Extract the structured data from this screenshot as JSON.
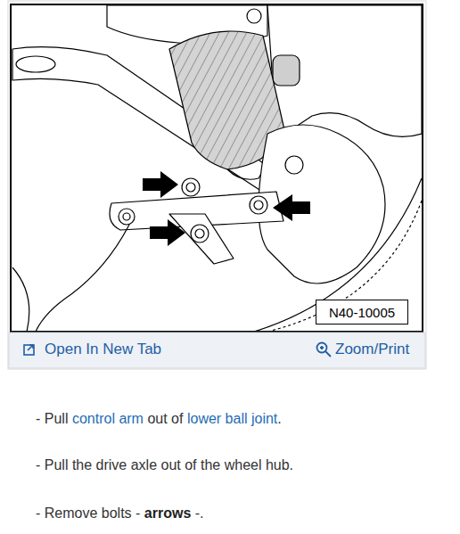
{
  "diagram": {
    "nodes": [
      {
        "text": [
          "N40-10005"
        ]
      }
    ],
    "labels": [
      "Open In New Tab",
      "Zoom/Print",
      "- Pull",
      "control arm",
      "out of",
      "lower ball joint",
      ".",
      "- Pull the drive axle out of the wheel hub.",
      "- Remove bolts -",
      "arrows",
      "-."
    ]
  }
}
